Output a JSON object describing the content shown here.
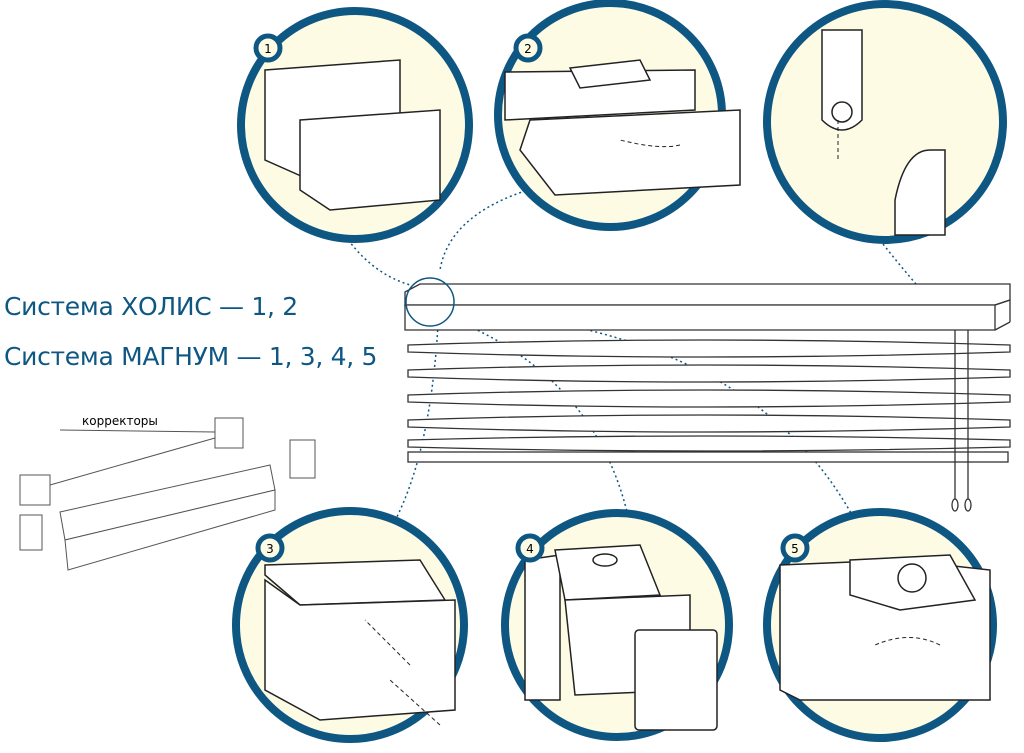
{
  "legend": {
    "holis": "Система ХОЛИС — 1, 2",
    "magnum": "Система МАГНУМ — 1, 3, 4, 5",
    "correctors_label": "корректоры"
  },
  "callouts": [
    {
      "number": "1"
    },
    {
      "number": "2"
    },
    {
      "number": "3"
    },
    {
      "number": "4"
    },
    {
      "number": "5"
    }
  ],
  "colors": {
    "ring": "#0f5783",
    "fill": "#fdfbe4",
    "line": "#222222"
  }
}
